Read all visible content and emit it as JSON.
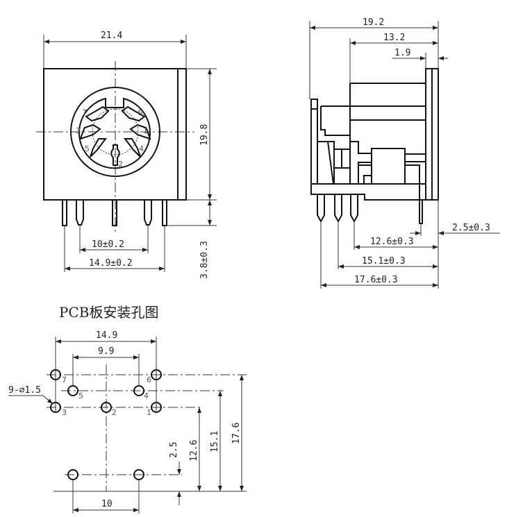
{
  "front_view": {
    "width_dim": "21.4",
    "height_dim": "19.8",
    "pin_length_dim": "3.8±0.3",
    "inner_pin_spacing_dim": "10±0.2",
    "outer_pin_spacing_dim": "14.9±0.2",
    "pin_labels": [
      "1",
      "2",
      "3",
      "4",
      "5",
      "6",
      "7"
    ]
  },
  "side_view": {
    "depth_dim": "19.2",
    "body_depth_dim": "13.2",
    "flange_dim": "1.9",
    "shield_pin_dim": "2.5±0.3",
    "row1_dim": "12.6±0.3",
    "row2_dim": "15.1±0.3",
    "row3_dim": "17.6±0.3"
  },
  "pcb_layout": {
    "title": "PCB板安装孔图",
    "outer_spacing": "14.9",
    "inner_spacing": "9.9",
    "hole_callout": "9-⌀1.5",
    "bottom_spacing": "10",
    "dim_2_5": "2.5",
    "dim_12_6": "12.6",
    "dim_15_1": "15.1",
    "dim_17_6": "17.6",
    "pin_labels": [
      "1",
      "2",
      "3",
      "4",
      "5",
      "6",
      "7"
    ]
  }
}
